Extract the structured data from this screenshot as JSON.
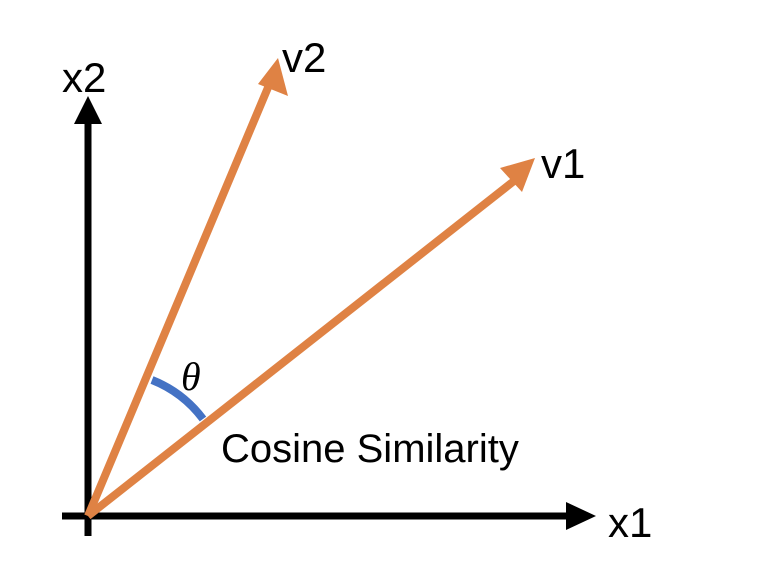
{
  "figure": {
    "caption": "Cosine Similarity",
    "background_color": "#FFFFFF"
  },
  "colors": {
    "axis": "#000000",
    "vector": "#DF8244",
    "angle_arc": "#4472C4",
    "text": "#000000"
  },
  "axes": {
    "x_label": "x1",
    "y_label": "x2",
    "origin_label": ""
  },
  "vectors": [
    {
      "name": "v1",
      "label": "v1",
      "color": "#DF8244"
    },
    {
      "name": "v2",
      "label": "v2",
      "color": "#DF8244"
    }
  ],
  "angle": {
    "symbol": "θ",
    "arc_color": "#4472C4"
  },
  "chart_data": {
    "type": "scatter",
    "title": "Cosine Similarity",
    "xlabel": "x1",
    "ylabel": "x2",
    "xlim": [
      0,
      10
    ],
    "ylim": [
      0,
      10
    ],
    "grid": false,
    "legend": "none",
    "annotations": [
      {
        "text": "Cosine Similarity",
        "x": 3.0,
        "y": 1.7
      },
      {
        "text": "θ",
        "x": 2.0,
        "y": 3.4
      }
    ],
    "series": [
      {
        "name": "v1",
        "type": "vector",
        "origin": [
          0,
          0
        ],
        "tip": [
          8.9,
          8.6
        ],
        "angle_from_x_axis_deg": 38,
        "label": "v1",
        "label_position": [
          9.1,
          8.9
        ],
        "color": "#DF8244"
      },
      {
        "name": "v2",
        "type": "vector",
        "origin": [
          0,
          0
        ],
        "tip": [
          3.8,
          11.0
        ],
        "angle_from_x_axis_deg": 71,
        "label": "v2",
        "label_position": [
          4.0,
          11.4
        ],
        "color": "#DF8244"
      }
    ],
    "angle_between_vectors_deg": 33
  }
}
